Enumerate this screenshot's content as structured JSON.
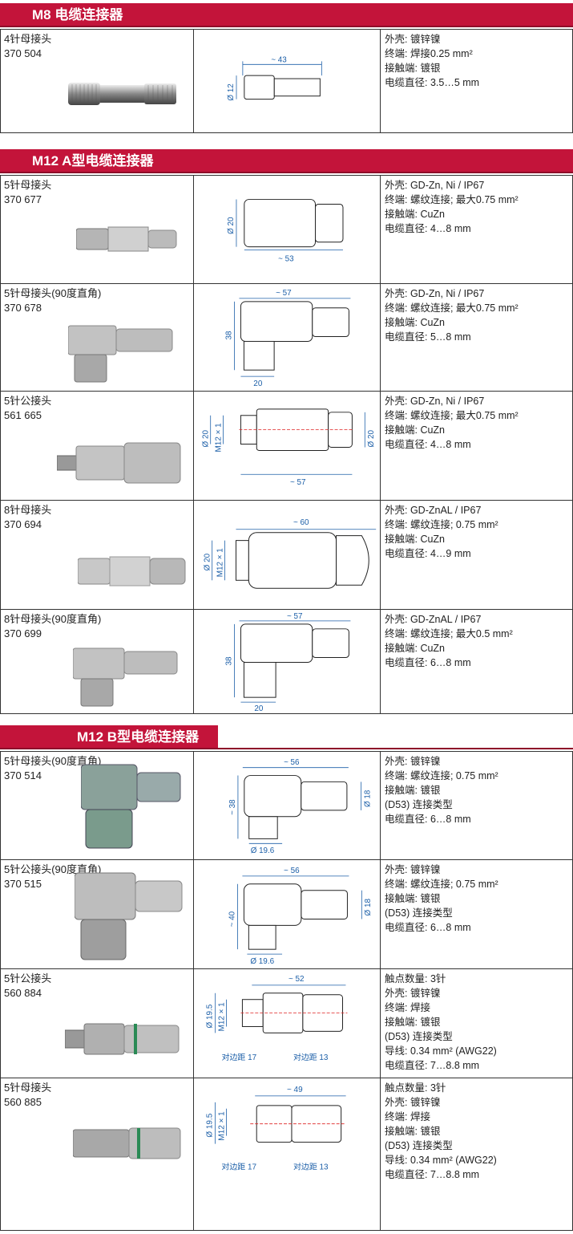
{
  "sections": [
    {
      "title": "M8 电缆连接器",
      "rows": [
        {
          "name": "4针母接头",
          "pn": "370 504",
          "specs": [
            "外壳: 镀锌镍",
            "终端: 焊接0.25 mm²",
            "接触端: 镀银",
            "电缆直径: 3.5…5 mm"
          ],
          "dims": [
            "~ 43",
            "Ø 12"
          ]
        }
      ]
    },
    {
      "title": "M12 A型电缆连接器",
      "rows": [
        {
          "name": "5针母接头",
          "pn": "370 677",
          "specs": [
            "外壳: GD-Zn, Ni / IP67",
            "终端: 螺纹连接; 最大0.75 mm²",
            "接触端: CuZn",
            "电缆直径: 4…8 mm"
          ],
          "dims": [
            "Ø 20",
            "~ 53"
          ]
        },
        {
          "name": "5针母接头(90度直角)",
          "pn": "370 678",
          "specs": [
            "外壳: GD-Zn, Ni / IP67",
            "终端: 螺纹连接; 最大0.75 mm²",
            "接触端: CuZn",
            "电缆直径: 5…8 mm"
          ],
          "dims": [
            "~ 57",
            "38",
            "20"
          ]
        },
        {
          "name": "5针公接头",
          "pn": "561 665",
          "specs": [
            "外壳: GD-Zn, Ni / IP67",
            "终端: 螺纹连接; 最大0.75 mm²",
            "接触端: CuZn",
            "电缆直径: 4…8 mm"
          ],
          "dims": [
            "Ø 20",
            "M12 × 1",
            "Ø 20",
            "~ 57"
          ]
        },
        {
          "name": "8针母接头",
          "pn": "370 694",
          "specs": [
            "外壳: GD-ZnAL / IP67",
            "终端: 螺纹连接; 0.75 mm²",
            "接触端: CuZn",
            "电缆直径: 4…9 mm"
          ],
          "dims": [
            "~ 60",
            "Ø 20",
            "M12 × 1"
          ]
        },
        {
          "name": "8针母接头(90度直角)",
          "pn": "370 699",
          "specs": [
            "外壳: GD-ZnAL / IP67",
            "终端: 螺纹连接; 最大0.5 mm²",
            "接触端: CuZn",
            "电缆直径: 6…8 mm"
          ],
          "dims": [
            "~ 57",
            "38",
            "20"
          ]
        }
      ]
    },
    {
      "title": "M12 B型电缆连接器",
      "rows": [
        {
          "name": "5针母接头(90度直角)",
          "pn": "370 514",
          "specs": [
            "外壳: 镀锌镍",
            "终端: 螺纹连接; 0.75 mm²",
            "接触端: 镀银",
            "(D53) 连接类型",
            "电缆直径: 6…8 mm"
          ],
          "dims": [
            "~ 56",
            "~ 38",
            "Ø 18",
            "Ø 19.6"
          ]
        },
        {
          "name": "5针公接头(90度直角)",
          "pn": "370 515",
          "specs": [
            "外壳: 镀锌镍",
            "终端: 螺纹连接; 0.75 mm²",
            "接触端: 镀银",
            "(D53) 连接类型",
            "电缆直径: 6…8 mm"
          ],
          "dims": [
            "~ 56",
            "~ 40",
            "Ø 18",
            "Ø 19.6"
          ]
        },
        {
          "name": "5针公接头",
          "pn": "560 884",
          "specs": [
            "触点数量: 3针",
            "外壳: 镀锌镍",
            "终端: 焊接",
            "接触端: 镀银",
            "(D53) 连接类型",
            "导线: 0.34 mm² (AWG22)",
            "电缆直径: 7…8.8 mm"
          ],
          "dims": [
            "~ 52",
            "Ø 19.5",
            "M12 × 1",
            "对边距 17",
            "对边距 13"
          ]
        },
        {
          "name": "5针母接头",
          "pn": "560 885",
          "specs": [
            "触点数量: 3针",
            "外壳: 镀锌镍",
            "终端: 焊接",
            "接触端: 镀银",
            "(D53) 连接类型",
            "导线: 0.34 mm² (AWG22)",
            "电缆直径: 7…8.8 mm"
          ],
          "dims": [
            "~ 49",
            "Ø 19.5",
            "M12 × 1",
            "对边距 17",
            "对边距 13"
          ]
        }
      ]
    }
  ]
}
